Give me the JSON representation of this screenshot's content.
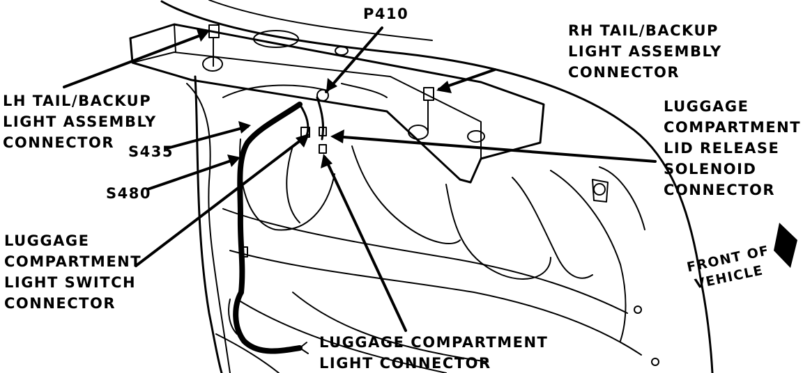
{
  "diagram": {
    "labels": {
      "p410": [
        "P410"
      ],
      "rh_tail": [
        "RH TAIL/BACKUP",
        "LIGHT ASSEMBLY",
        "CONNECTOR"
      ],
      "lh_tail": [
        "LH TAIL/BACKUP",
        "LIGHT ASSEMBLY",
        "CONNECTOR"
      ],
      "lid_release": [
        "LUGGAGE",
        "COMPARTMENT",
        "LID RELEASE",
        "SOLENOID",
        "CONNECTOR"
      ],
      "s435": [
        "S435"
      ],
      "s480": [
        "S480"
      ],
      "light_switch": [
        "LUGGAGE",
        "COMPARTMENT",
        "LIGHT SWITCH",
        "CONNECTOR"
      ],
      "light_connector": [
        "LUGGAGE COMPARTMENT",
        "LIGHT CONNECTOR"
      ],
      "front_of_vehicle": [
        "FRONT OF",
        "VEHICLE"
      ]
    },
    "colors": {
      "ink": "#000000",
      "paper": "#ffffff"
    }
  }
}
